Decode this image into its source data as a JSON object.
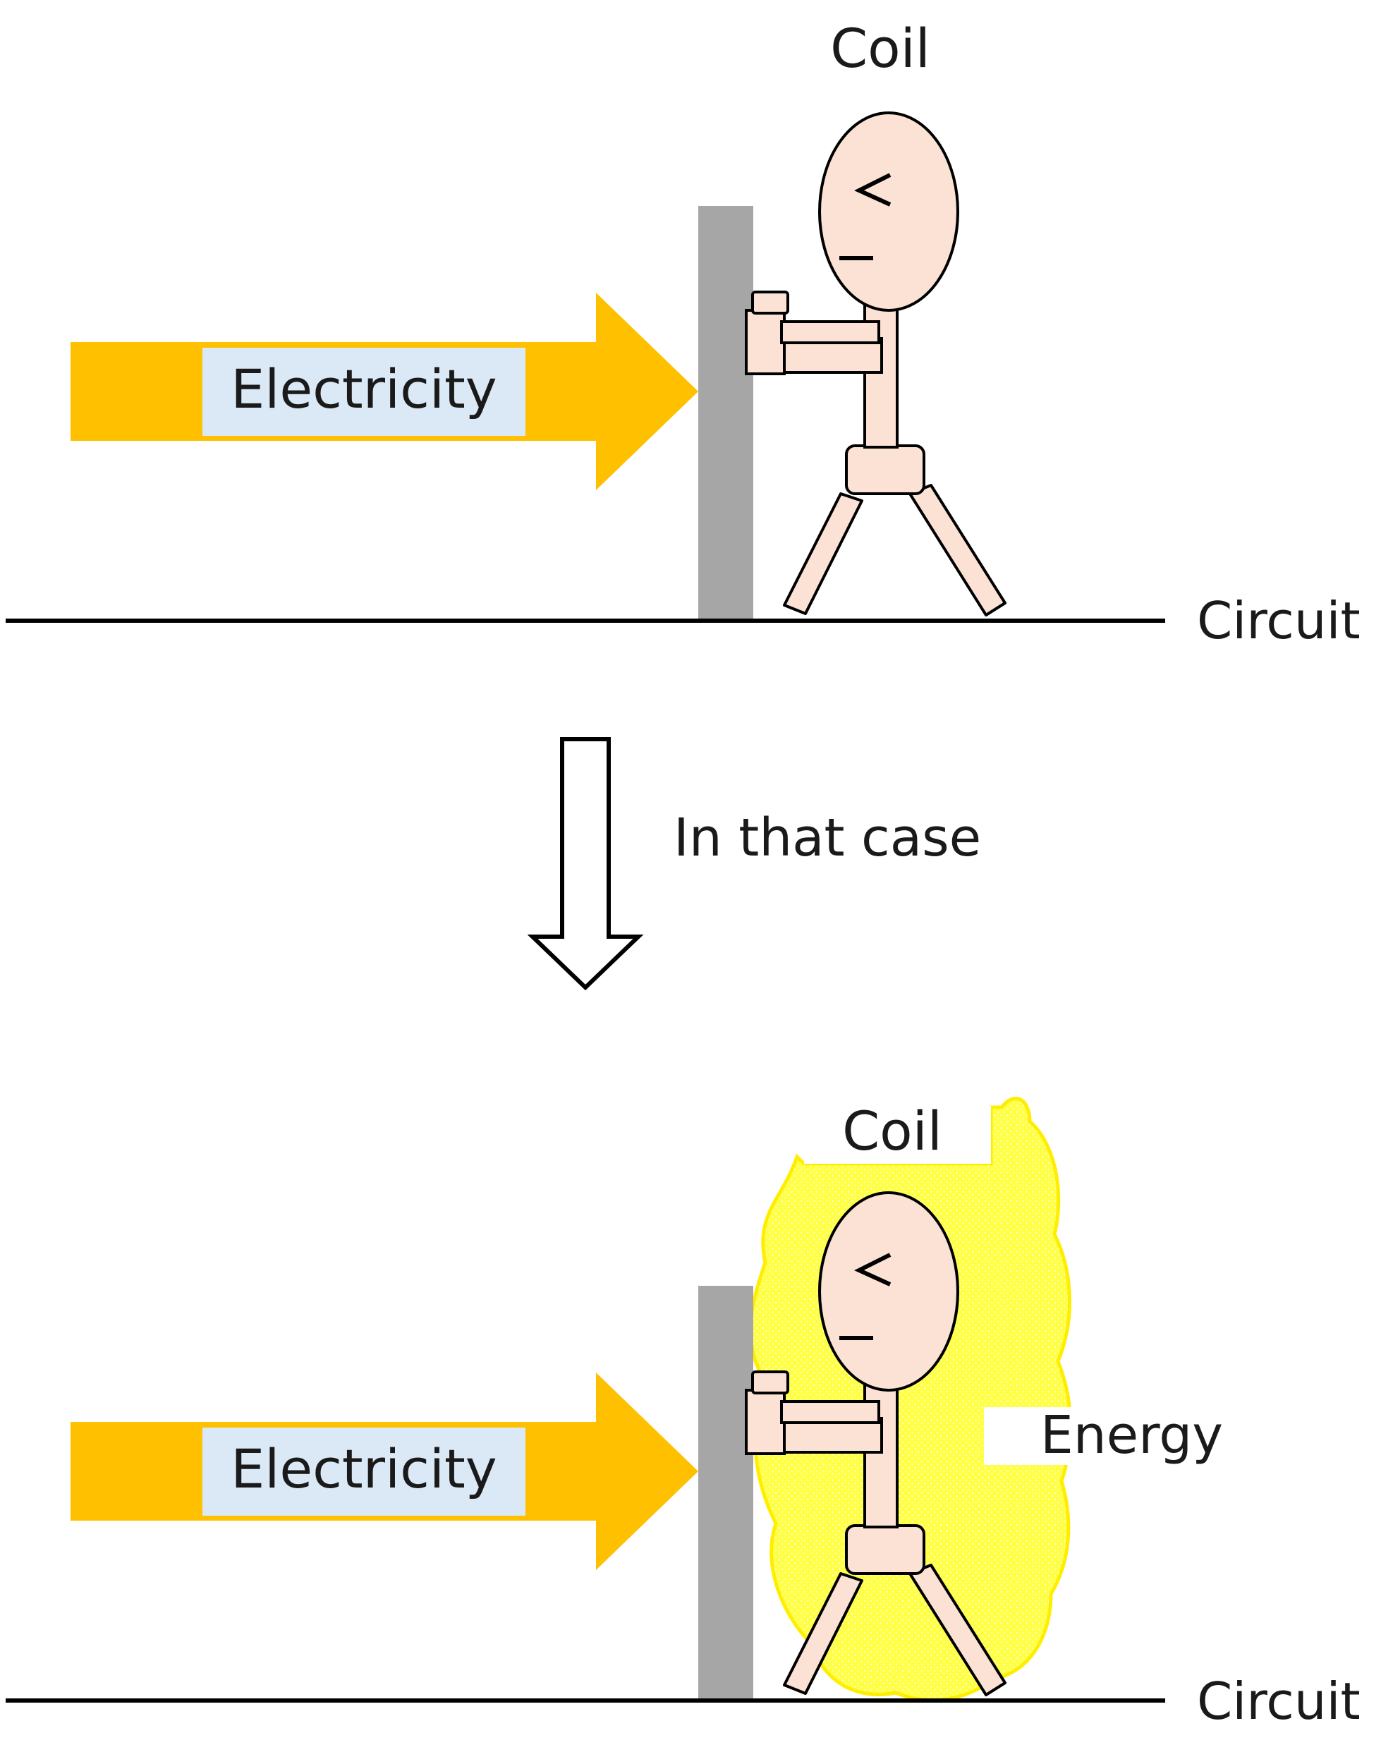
{
  "top_panel": {
    "coil_label": "Coil",
    "electricity_label": "Electricity",
    "circuit_label": "Circuit"
  },
  "transition": {
    "label": "In that case"
  },
  "bottom_panel": {
    "coil_label": "Coil",
    "electricity_label": "Electricity",
    "energy_label": "Energy",
    "circuit_label": "Circuit"
  },
  "colors": {
    "arrow_fill": "#ffc000",
    "label_box_fill": "#dbe8f6",
    "wall_fill": "#a6a6a6",
    "skin_fill": "#fbe2d4",
    "energy_glow": "#ffff55",
    "line": "#000000"
  }
}
